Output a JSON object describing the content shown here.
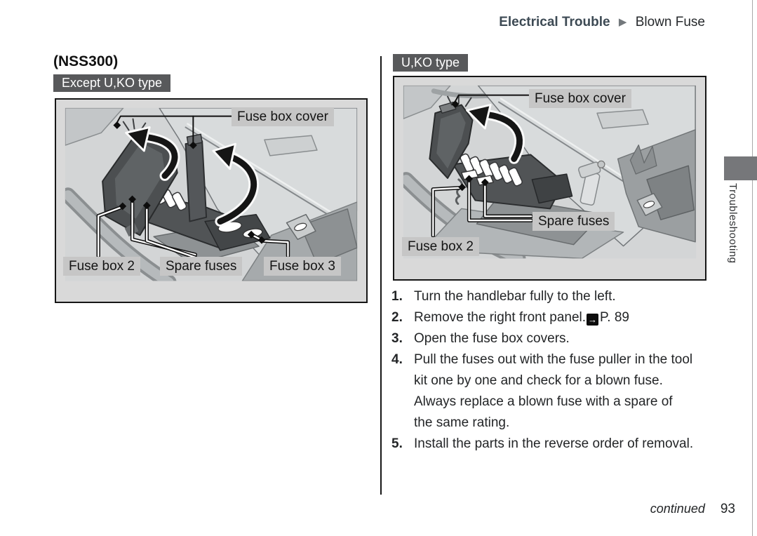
{
  "header": {
    "section": "Electrical Trouble",
    "separator": "▶",
    "page": "Blown Fuse"
  },
  "left_column": {
    "model": "(NSS300)",
    "variant_badge": "Except U,KO type",
    "figure_labels": {
      "fuse_box_cover": "Fuse box cover",
      "fuse_box_2": "Fuse box 2",
      "spare_fuses": "Spare fuses",
      "fuse_box_3": "Fuse box 3"
    }
  },
  "right_column": {
    "variant_badge": "U,KO type",
    "figure_labels": {
      "fuse_box_cover": "Fuse box cover",
      "spare_fuses": "Spare fuses",
      "fuse_box_2": "Fuse box 2"
    },
    "steps": [
      {
        "num": "1.",
        "text": "Turn the handlebar fully to the left."
      },
      {
        "num": "2.",
        "text": "Remove the right front panel.",
        "ref_icon": "→",
        "ref": "P. 89"
      },
      {
        "num": "3.",
        "text": "Open the fuse box covers."
      },
      {
        "num": "4.",
        "text": "Pull the fuses out with the fuse puller in the tool kit one by one and check for a blown fuse. Always replace a blown fuse with a spare of the same rating."
      },
      {
        "num": "5.",
        "text": "Install the parts in the reverse order of removal."
      }
    ]
  },
  "sidebar": {
    "tab_label": "Troubleshooting"
  },
  "footer": {
    "continued_label": "continued",
    "page_number": "93"
  },
  "colors": {
    "accent_heading": "#3d4a54",
    "badge_bg": "#58595b",
    "figure_bg": "#d9d9d9",
    "chip_bg": "#c6c6c6",
    "tab_bg": "#76777a",
    "body_text": "#232527"
  }
}
